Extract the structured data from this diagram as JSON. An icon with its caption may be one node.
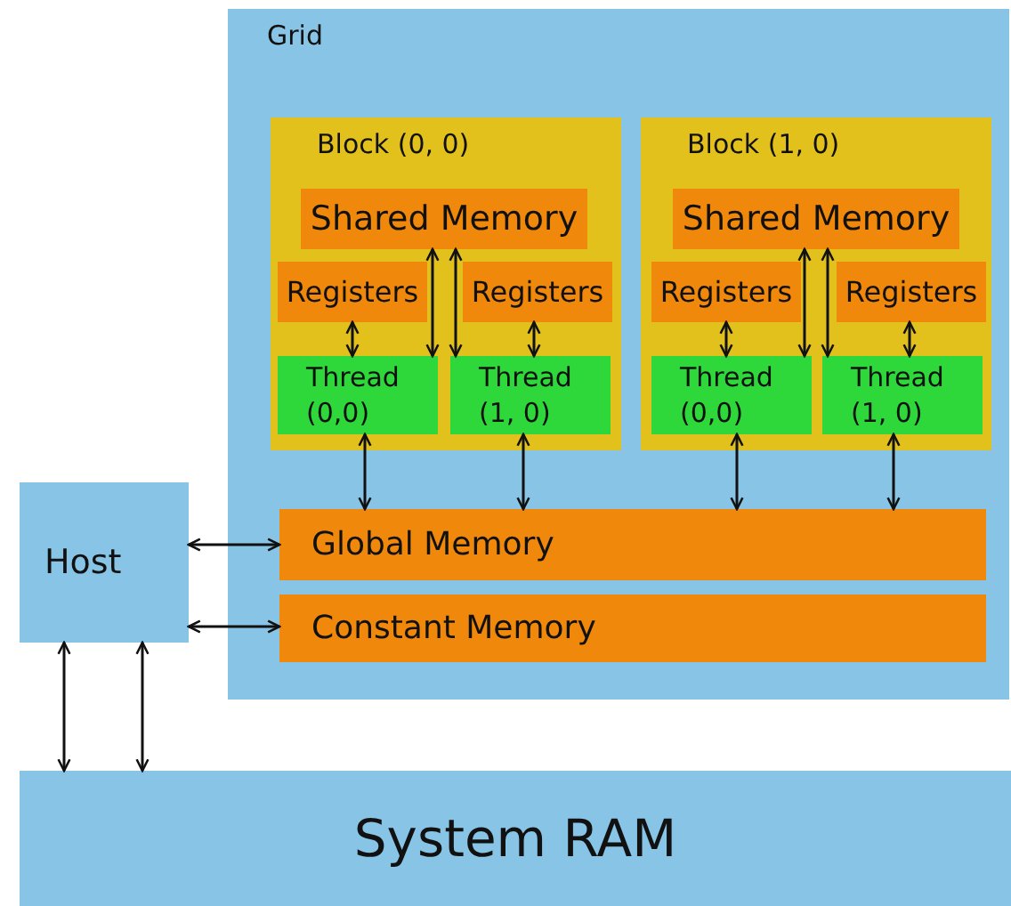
{
  "diagram": {
    "nodes": [
      {
        "text": [
          "Grid"
        ]
      },
      {
        "text": [
          "Block (0, 0)"
        ],
        "in": 0
      },
      {
        "text": [
          "Shared Memory"
        ],
        "in": 1
      },
      {
        "text": [
          "Registers"
        ],
        "in": 1
      },
      {
        "text": [
          "Registers"
        ],
        "in": 1
      },
      {
        "text": [
          "Thread (0,0)"
        ],
        "in": 1
      },
      {
        "text": [
          "Thread (1, 0)"
        ],
        "in": 1
      },
      {
        "text": [
          "Block (1, 0)"
        ],
        "in": 0
      },
      {
        "text": [
          "Shared Memory"
        ],
        "in": 7
      },
      {
        "text": [
          "Registers"
        ],
        "in": 7
      },
      {
        "text": [
          "Registers"
        ],
        "in": 7
      },
      {
        "text": [
          "Thread (0,0)"
        ],
        "in": 7
      },
      {
        "text": [
          "Thread (1, 0)"
        ],
        "in": 7
      },
      {
        "text": [
          "Global Memory"
        ],
        "in": 0
      },
      {
        "text": [
          "Constant Memory"
        ],
        "in": 0
      },
      {
        "text": [
          "Host"
        ]
      },
      {
        "text": [
          "System RAM"
        ]
      }
    ],
    "edges": [
      {
        "from": 2,
        "to": 5,
        "arrow": "both"
      },
      {
        "from": 2,
        "to": 6,
        "arrow": "both"
      },
      {
        "from": 3,
        "to": 5,
        "arrow": "both"
      },
      {
        "from": 4,
        "to": 6,
        "arrow": "both"
      },
      {
        "from": 8,
        "to": 11,
        "arrow": "both"
      },
      {
        "from": 8,
        "to": 12,
        "arrow": "both"
      },
      {
        "from": 9,
        "to": 11,
        "arrow": "both"
      },
      {
        "from": 10,
        "to": 12,
        "arrow": "both"
      },
      {
        "from": 5,
        "to": 13,
        "arrow": "both"
      },
      {
        "from": 6,
        "to": 13,
        "arrow": "both"
      },
      {
        "from": 11,
        "to": 13,
        "arrow": "both"
      },
      {
        "from": 12,
        "to": 13,
        "arrow": "both"
      },
      {
        "from": 15,
        "to": 13,
        "arrow": "both"
      },
      {
        "from": 15,
        "to": 14,
        "arrow": "both"
      },
      {
        "from": 15,
        "to": 16,
        "arrow": "both"
      },
      {
        "from": 15,
        "to": 16,
        "arrow": "both"
      }
    ]
  }
}
